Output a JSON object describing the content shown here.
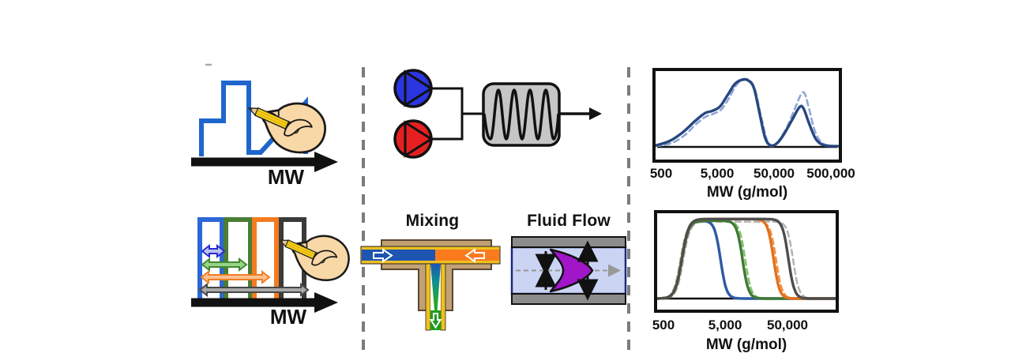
{
  "figure": {
    "left": {
      "top_sketch_axis_label": "MW",
      "bottom_sketch_axis_label": "MW"
    },
    "middle": {
      "mixing_title": "Mixing",
      "fluid_flow_title": "Fluid Flow"
    },
    "icons": {
      "pump_top": "blue-pump-icon",
      "pump_bottom": "red-pump-icon",
      "reactor": "coil-mixer-icon",
      "writing_hand": "hand-with-pencil-icon"
    }
  },
  "colors": {
    "sketch-blue": "#1f66cc",
    "hat-blue": "#2b67d6",
    "hat-green": "#4b7d35",
    "hat-orange": "#f47b20",
    "hat-gray": "#3a3a3a",
    "arr-blue-f": "#b9c1ef",
    "arr-blue-s": "#2a2ad0",
    "arr-green-f": "#97d487",
    "arr-green-s": "#3f8a2f",
    "arr-orange-f": "#fbc091",
    "arr-orange-s": "#f07e26",
    "arr-gray-f": "#a8a8a8",
    "arr-gray-s": "#474747",
    "pump-blue": "#2b35e0",
    "pump-red": "#e62020",
    "coil-box": "#c6c6c6",
    "tan": "#c2a175",
    "tan-edge": "#5a4631",
    "channel-yellow": "#f0c020",
    "fluid-blue": "#1d55b0",
    "fluid-orange": "#fb7a1e",
    "fluid-green": "#1d9e1d",
    "tube-wall": "#8c8c8c",
    "tube-fill": "#ccd4f4",
    "tube-edge": "#1b2a80",
    "profile-purple": "#a016c8",
    "skin": "#f9d8a7",
    "pencil-yellow": "#f6cf1d",
    "divider-gray": "#7b7b7b"
  },
  "chart_data": [
    {
      "type": "line",
      "title": "",
      "xlabel": "MW (g/mol)",
      "ylabel": "",
      "x_scale": "log",
      "xlim": [
        400,
        700000
      ],
      "ylim": [
        0,
        1
      ],
      "grid": false,
      "x_tick_labels": [
        "500",
        "5,000",
        "50,000",
        "500,000"
      ],
      "x_tick_values": [
        500,
        5000,
        50000,
        500000
      ],
      "series": [
        {
          "name": "dashed-light-blue-distribution",
          "style": "dashed",
          "color": "#8fa6d4",
          "points": [
            [
              400,
              0.01
            ],
            [
              750,
              0.05
            ],
            [
              1300,
              0.16
            ],
            [
              2100,
              0.32
            ],
            [
              3100,
              0.42
            ],
            [
              4200,
              0.46
            ],
            [
              5800,
              0.52
            ],
            [
              8000,
              0.68
            ],
            [
              10500,
              0.85
            ],
            [
              13500,
              0.93
            ],
            [
              18000,
              0.93
            ],
            [
              23000,
              0.8
            ],
            [
              30000,
              0.4
            ],
            [
              38000,
              0.08
            ],
            [
              46000,
              0.01
            ],
            [
              60000,
              0.08
            ],
            [
              85000,
              0.28
            ],
            [
              115000,
              0.52
            ],
            [
              150000,
              0.73
            ],
            [
              175000,
              0.74
            ],
            [
              210000,
              0.52
            ],
            [
              270000,
              0.2
            ],
            [
              380000,
              0.04
            ],
            [
              700000,
              0.01
            ]
          ]
        },
        {
          "name": "solid-navy-distribution",
          "style": "solid",
          "color": "#27477f",
          "points": [
            [
              400,
              0.02
            ],
            [
              700,
              0.08
            ],
            [
              1200,
              0.2
            ],
            [
              2000,
              0.36
            ],
            [
              3000,
              0.47
            ],
            [
              4000,
              0.5
            ],
            [
              5500,
              0.56
            ],
            [
              7500,
              0.72
            ],
            [
              10000,
              0.87
            ],
            [
              13000,
              0.93
            ],
            [
              17000,
              0.93
            ],
            [
              22000,
              0.82
            ],
            [
              28000,
              0.45
            ],
            [
              35000,
              0.12
            ],
            [
              44000,
              0.02
            ],
            [
              58000,
              0.06
            ],
            [
              78000,
              0.2
            ],
            [
              105000,
              0.38
            ],
            [
              140000,
              0.55
            ],
            [
              165000,
              0.54
            ],
            [
              210000,
              0.32
            ],
            [
              280000,
              0.1
            ],
            [
              400000,
              0.02
            ],
            [
              700000,
              0.01
            ]
          ]
        }
      ]
    },
    {
      "type": "line",
      "title": "",
      "xlabel": "MW (g/mol)",
      "ylabel": "",
      "x_scale": "log",
      "xlim": [
        400,
        300000
      ],
      "ylim": [
        0,
        1
      ],
      "grid": false,
      "x_tick_labels": [
        "500",
        "5,000",
        "50,000"
      ],
      "x_tick_values": [
        500,
        5000,
        50000
      ],
      "series": [
        {
          "name": "dashed-light-green-tophat",
          "style": "dashed",
          "color": "#82bf72",
          "tophat": {
            "start": 950,
            "end": 10500,
            "height": 0.92
          }
        },
        {
          "name": "dashed-orange-tophat",
          "style": "dashed",
          "color": "#ef9449",
          "tophat": {
            "start": 1050,
            "end": 33000,
            "height": 0.92
          }
        },
        {
          "name": "dashed-light-gray-tophat",
          "style": "dashed",
          "color": "#b5b5b5",
          "tophat": {
            "start": 1050,
            "end": 62000,
            "height": 0.92
          }
        },
        {
          "name": "solid-blue-tophat",
          "style": "solid",
          "color": "#2e5aa5",
          "tophat": {
            "start": 1000,
            "end": 4200,
            "height": 0.93
          }
        },
        {
          "name": "solid-green-tophat",
          "style": "solid",
          "color": "#3e7a33",
          "tophat": {
            "start": 1000,
            "end": 9500,
            "height": 0.93
          }
        },
        {
          "name": "solid-orange-tophat",
          "style": "solid",
          "color": "#e2711d",
          "tophat": {
            "start": 1000,
            "end": 30000,
            "height": 0.95
          }
        },
        {
          "name": "solid-dark-gray-tophat",
          "style": "solid",
          "color": "#4d4d4d",
          "tophat": {
            "start": 1000,
            "end": 52000,
            "height": 0.95
          }
        }
      ]
    }
  ]
}
